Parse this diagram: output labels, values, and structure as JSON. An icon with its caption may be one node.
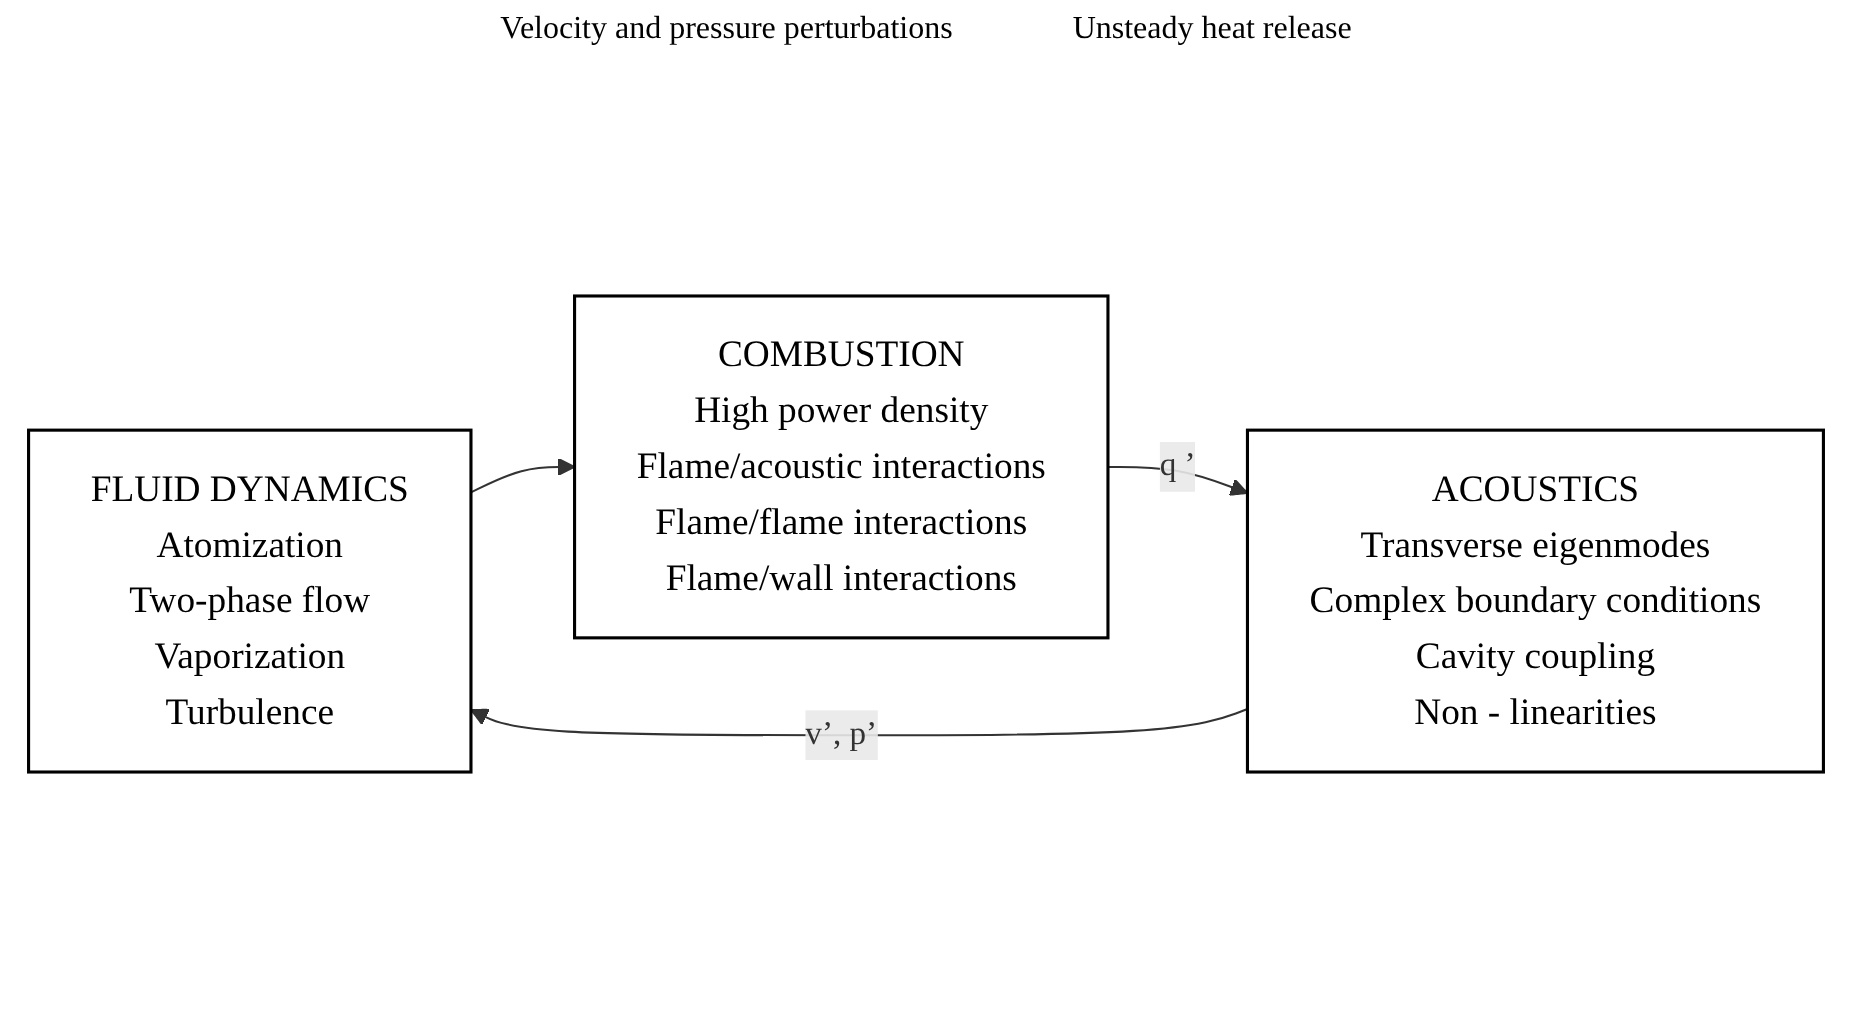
{
  "diagram": {
    "nodes": [
      {
        "text": [
          "FLUID DYNAMICS",
          "Atomization",
          "Two-phase flow",
          "Vaporization",
          "Turbulence"
        ]
      },
      {
        "text": [
          "COMBUSTION",
          "High power density",
          "Flame/acoustic interactions",
          "Flame/flame interactions",
          "Flame/wall interactions"
        ]
      },
      {
        "text": [
          "ACOUSTICS",
          "Transverse eigenmodes",
          "Complex boundary conditions",
          "Cavity coupling",
          "Non - linearities"
        ]
      }
    ],
    "edges": [
      {
        "from": 0,
        "to": 1,
        "arrow": "to"
      },
      {
        "from": 1,
        "to": 2,
        "arrow": "to",
        "label": "q ’"
      },
      {
        "from": 2,
        "to": 0,
        "arrow": "to",
        "label": "v’, p’"
      }
    ],
    "labels": [
      "Velocity and pressure perturbations",
      "Unsteady heat release"
    ]
  }
}
